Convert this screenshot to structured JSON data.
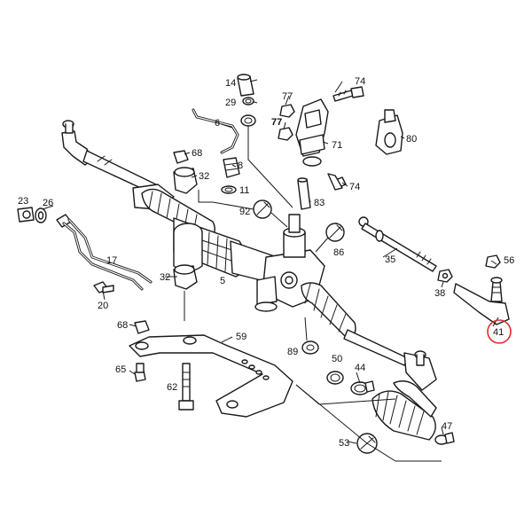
{
  "diagram": {
    "highlight_color": "#d9302c",
    "highlighted_callout": "41",
    "callouts": [
      {
        "id": "c14",
        "text": "14"
      },
      {
        "id": "c29",
        "text": "29"
      },
      {
        "id": "c6",
        "text": "6"
      },
      {
        "id": "c77a",
        "text": "77"
      },
      {
        "id": "c77b",
        "text": "77"
      },
      {
        "id": "c74a",
        "text": "74"
      },
      {
        "id": "c71",
        "text": "71"
      },
      {
        "id": "c80",
        "text": "80"
      },
      {
        "id": "c68a",
        "text": "68"
      },
      {
        "id": "c32a",
        "text": "32"
      },
      {
        "id": "c8",
        "text": "8"
      },
      {
        "id": "c11",
        "text": "11"
      },
      {
        "id": "c74b",
        "text": "74"
      },
      {
        "id": "c83",
        "text": "83"
      },
      {
        "id": "c23",
        "text": "23"
      },
      {
        "id": "c26",
        "text": "26"
      },
      {
        "id": "c92",
        "text": "92"
      },
      {
        "id": "c86",
        "text": "86"
      },
      {
        "id": "c17",
        "text": "17"
      },
      {
        "id": "c32b",
        "text": "32"
      },
      {
        "id": "c5",
        "text": "5"
      },
      {
        "id": "c35",
        "text": "35"
      },
      {
        "id": "c56",
        "text": "56"
      },
      {
        "id": "c38",
        "text": "38"
      },
      {
        "id": "c20",
        "text": "20"
      },
      {
        "id": "c41",
        "text": "41"
      },
      {
        "id": "c68b",
        "text": "68"
      },
      {
        "id": "c59",
        "text": "59"
      },
      {
        "id": "c89",
        "text": "89"
      },
      {
        "id": "c50",
        "text": "50"
      },
      {
        "id": "c44",
        "text": "44"
      },
      {
        "id": "c65",
        "text": "65"
      },
      {
        "id": "c62",
        "text": "62"
      },
      {
        "id": "c47",
        "text": "47"
      },
      {
        "id": "c53",
        "text": "53"
      }
    ]
  }
}
